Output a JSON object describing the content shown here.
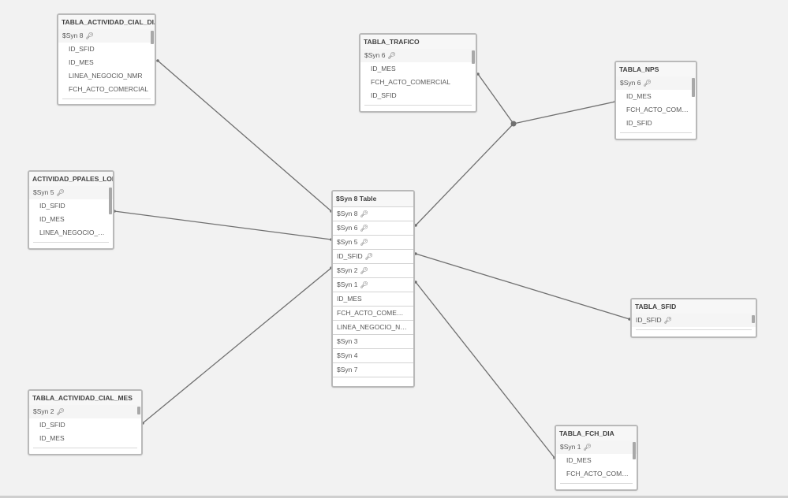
{
  "colors": {
    "background": "#f2f2f2",
    "table_border": "#b9b9b9",
    "link_line": "#707070",
    "header_text": "#404040"
  },
  "tables": {
    "actividad_cial_dia": {
      "title": "TABLA_ACTIVIDAD_CIAL_DIA",
      "rows": [
        "$Syn 8",
        "ID_SFID",
        "ID_MES",
        "LINEA_NEGOCIO_NMR",
        "FCH_ACTO_COMERCIAL"
      ]
    },
    "trafico": {
      "title": "TABLA_TRAFICO",
      "rows": [
        "$Syn 6",
        "ID_MES",
        "FCH_ACTO_COMERCIAL",
        "ID_SFID"
      ]
    },
    "nps": {
      "title": "TABLA_NPS",
      "rows": [
        "$Syn 6",
        "ID_MES",
        "FCH_ACTO_COME...",
        "ID_SFID"
      ]
    },
    "actividad_ppales_lob": {
      "title": "ACTIVIDAD_PPALES_LOB",
      "rows": [
        "$Syn 5",
        "ID_SFID",
        "ID_MES",
        "LINEA_NEGOCIO_N..."
      ]
    },
    "syn8_table": {
      "title": "$Syn 8 Table",
      "rows": [
        "$Syn 8",
        "$Syn 6",
        "$Syn 5",
        "ID_SFID",
        "$Syn 2",
        "$Syn 1",
        "ID_MES",
        "FCH_ACTO_COMERCIAL",
        "LINEA_NEGOCIO_NMR",
        "$Syn 3",
        "$Syn 4",
        "$Syn 7"
      ]
    },
    "sfid": {
      "title": "TABLA_SFID",
      "rows": [
        "ID_SFID"
      ]
    },
    "actividad_cial_mes": {
      "title": "TABLA_ACTIVIDAD_CIAL_MES",
      "rows": [
        "$Syn 2",
        "ID_SFID",
        "ID_MES"
      ]
    },
    "fch_dia": {
      "title": "TABLA_FCH_DIA",
      "rows": [
        "$Syn 1",
        "ID_MES",
        "FCH_ACTO_COME..."
      ]
    }
  },
  "key_icon": "key-icon"
}
